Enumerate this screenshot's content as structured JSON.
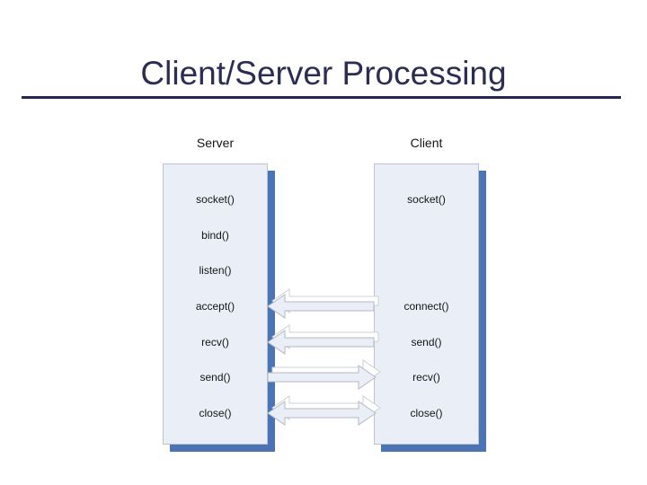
{
  "title": {
    "text": "Client/Server Processing"
  },
  "diagram": {
    "server": {
      "header": "Server",
      "calls": [
        "socket()",
        "bind()",
        "listen()",
        "accept()",
        "recv()",
        "send()",
        "close()"
      ]
    },
    "client": {
      "header": "Client",
      "calls": [
        "socket()",
        "connect()",
        "send()",
        "recv()",
        "close()"
      ]
    },
    "arrows": [
      {
        "from": "connect()",
        "to": "accept()",
        "direction": "client-to-server"
      },
      {
        "from": "send()",
        "to": "recv()",
        "direction": "client-to-server"
      },
      {
        "from": "send()",
        "to": "recv()",
        "direction": "server-to-client"
      },
      {
        "from": "close()",
        "to": "close()",
        "direction": "bidirectional"
      }
    ]
  },
  "colors": {
    "title-navy": "#2b2e52",
    "rule-navy": "#232650",
    "box-fill": "#e9eef7",
    "box-border": "#bdc4ce",
    "box-shadow": "#4a74b5",
    "arrow-fill": "#e9eef7",
    "arrow-border": "#b4bac4",
    "arrow-ghost-border": "#ccd1d9",
    "label-color": "#141414"
  }
}
